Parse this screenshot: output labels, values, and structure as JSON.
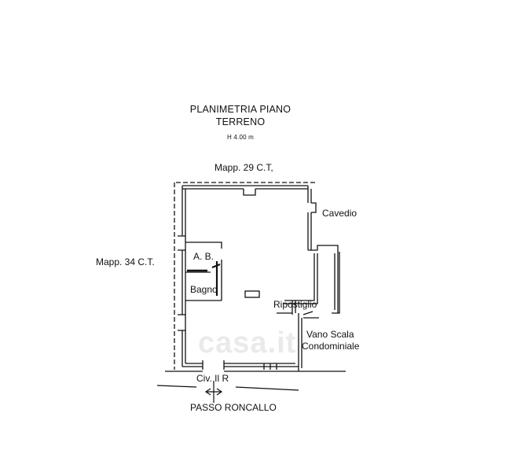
{
  "title": {
    "line1": "PLANIMETRIA PIANO",
    "line2": "TERRENO",
    "height_note": "H   4.00 m"
  },
  "labels": {
    "north": "Mapp. 29 C.T,",
    "west": "Mapp. 34 C.T.",
    "cavedio": "Cavedio",
    "ab": "A. B.",
    "bagno": "Bagno",
    "ripostiglio": "Ripostiglio",
    "vano_scala_1": "Vano Scala",
    "vano_scala_2": "Condominiale",
    "civico": "Civ. Il   R",
    "street": "PASSO RONCALLO"
  },
  "watermark": "casa.it",
  "colors": {
    "line": "#111111",
    "watermark": "#d9d9d9"
  }
}
